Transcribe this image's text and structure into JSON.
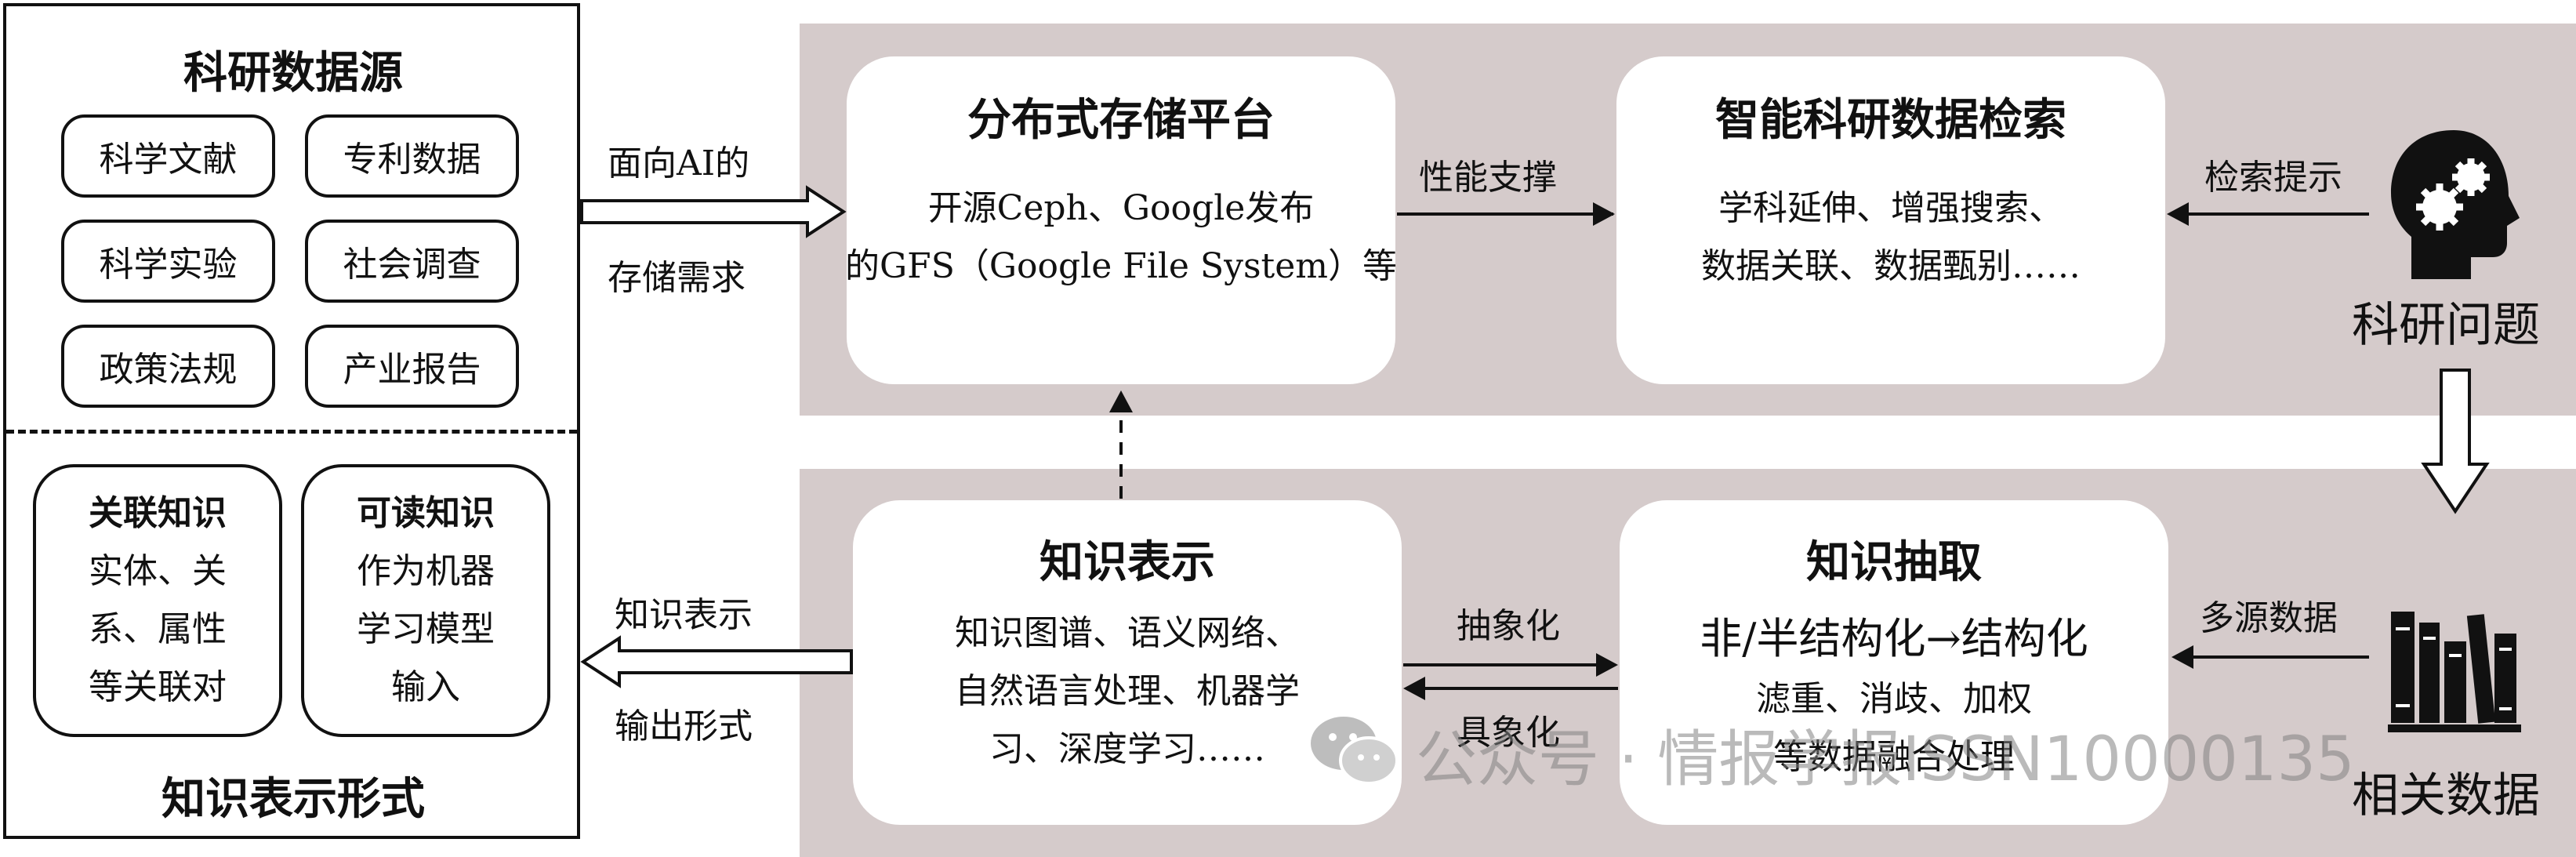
{
  "sources": {
    "title": "科研数据源",
    "items": [
      "科学文献",
      "专利数据",
      "科学实验",
      "社会调查",
      "政策法规",
      "产业报告"
    ]
  },
  "forms": {
    "title": "知识表示形式",
    "linked": {
      "head": "关联知识",
      "lines": [
        "实体、关",
        "系、属性",
        "等关联对"
      ]
    },
    "readable": {
      "head": "可读知识",
      "lines": [
        "作为机器",
        "学习模型",
        "输入"
      ]
    }
  },
  "storage": {
    "title": "分布式存储平台",
    "lines": [
      "开源Ceph、Google发布",
      "的GFS（Google File System）等"
    ]
  },
  "retrieval": {
    "title": "智能科研数据检索",
    "lines": [
      "学科延伸、增强搜索、",
      "数据关联、数据甄别……"
    ]
  },
  "representation": {
    "title": "知识表示",
    "lines": [
      "知识图谱、语义网络、",
      "自然语言处理、机器学",
      "习、深度学习……"
    ]
  },
  "extraction": {
    "title": "知识抽取",
    "main": "非/半结构化→结构化",
    "lines": [
      "滤重、消歧、加权",
      "等数据融合处理"
    ]
  },
  "arrows": {
    "storage_need": [
      "面向AI的",
      "存储需求"
    ],
    "performance": "性能支撑",
    "search_hint": "检索提示",
    "multi_source": "多源数据",
    "abstraction": "抽象化",
    "concretization": "具象化",
    "output": [
      "知识表示",
      "输出形式"
    ]
  },
  "right": {
    "question": "科研问题",
    "related": "相关数据"
  },
  "watermark": "公众号 · 情报学报ISSN10000135",
  "colors": {
    "band": "#d5cbcb",
    "stroke": "#111111"
  },
  "icons": {
    "question": "head-gears-icon",
    "related": "books-icon",
    "wechat": "wechat-icon"
  }
}
